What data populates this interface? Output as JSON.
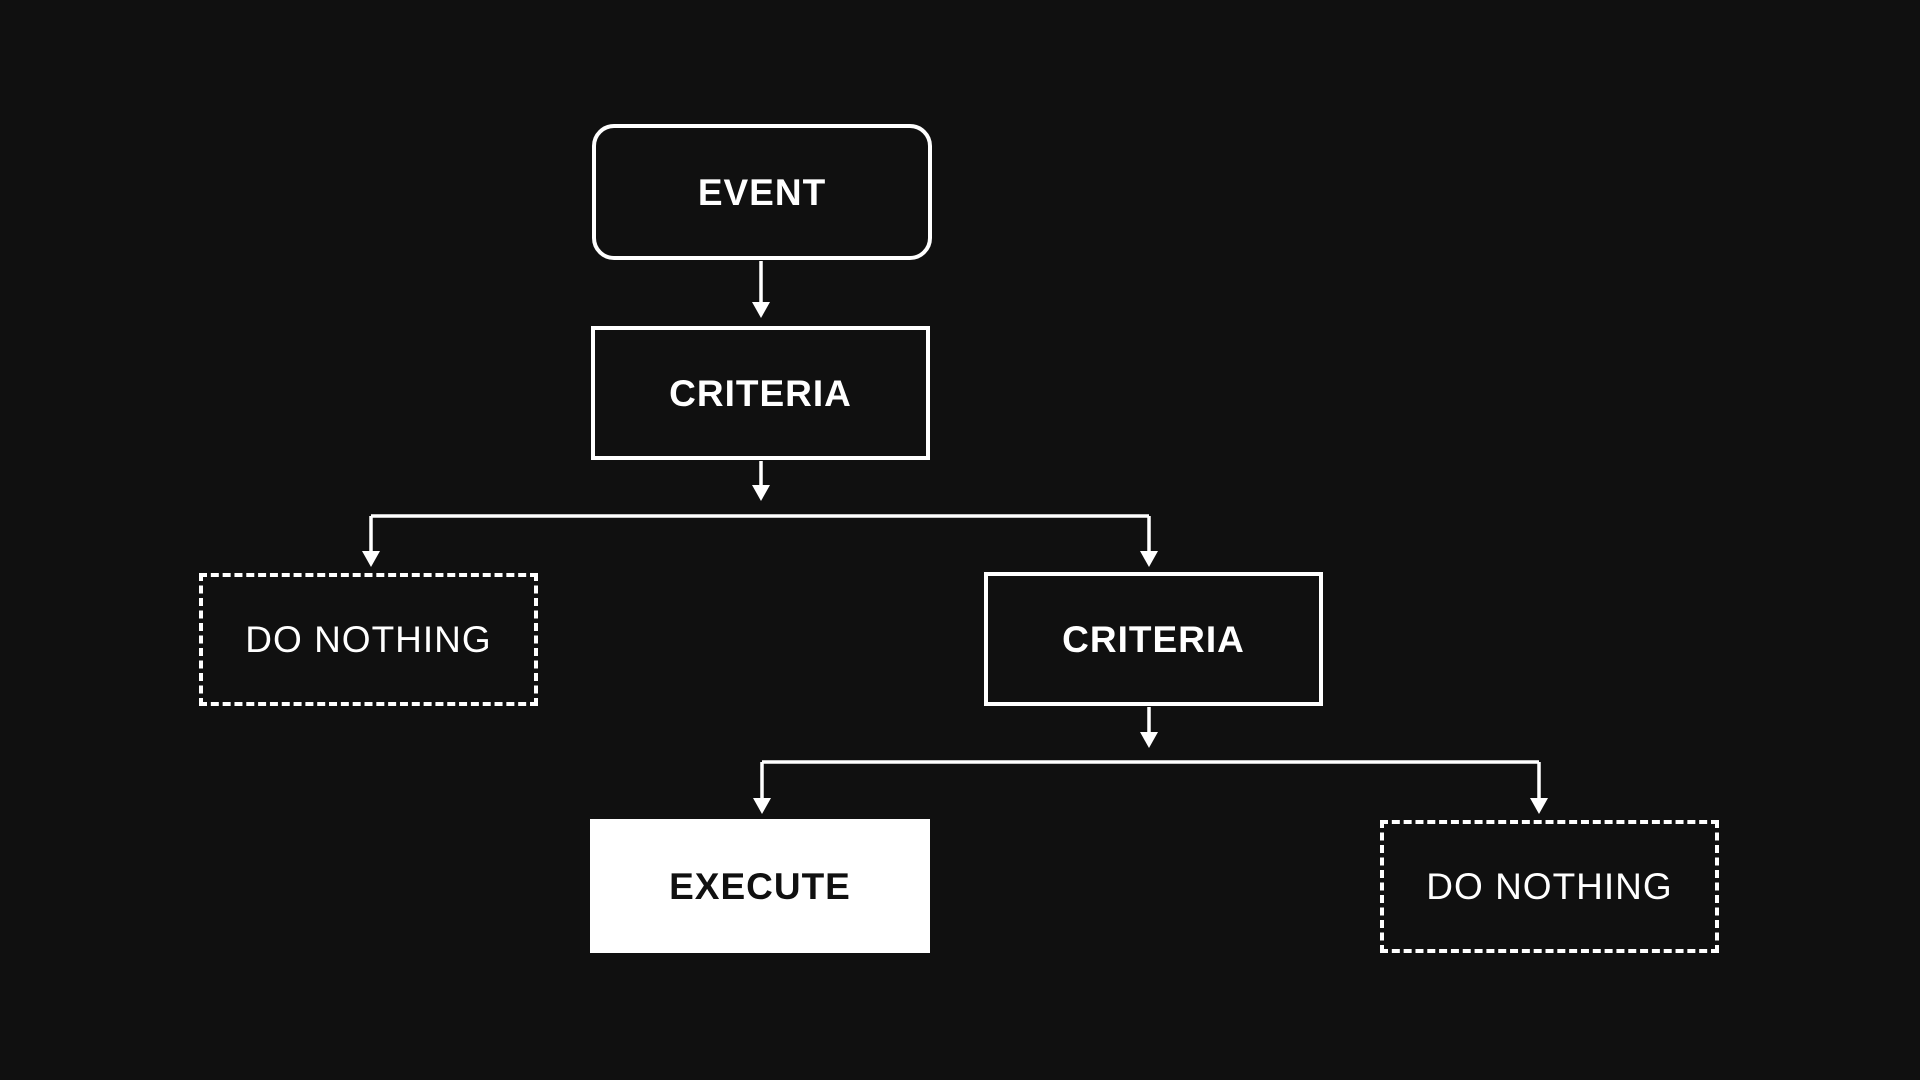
{
  "colors": {
    "background": "#101010",
    "stroke": "#ffffff",
    "execute_fill": "#ffffff",
    "execute_text": "#101010"
  },
  "nodes": {
    "event": {
      "label": "EVENT",
      "shape": "rounded-rectangle"
    },
    "criteria_1": {
      "label": "CRITERIA",
      "shape": "rectangle"
    },
    "do_nothing_1": {
      "label": "DO NOTHING",
      "shape": "dashed-rectangle"
    },
    "criteria_2": {
      "label": "CRITERIA",
      "shape": "rectangle"
    },
    "execute": {
      "label": "EXECUTE",
      "shape": "filled-rectangle"
    },
    "do_nothing_2": {
      "label": "DO NOTHING",
      "shape": "dashed-rectangle"
    }
  },
  "edges": [
    {
      "from": "event",
      "to": "criteria_1"
    },
    {
      "from": "criteria_1",
      "to": "do_nothing_1"
    },
    {
      "from": "criteria_1",
      "to": "criteria_2"
    },
    {
      "from": "criteria_2",
      "to": "execute"
    },
    {
      "from": "criteria_2",
      "to": "do_nothing_2"
    }
  ]
}
